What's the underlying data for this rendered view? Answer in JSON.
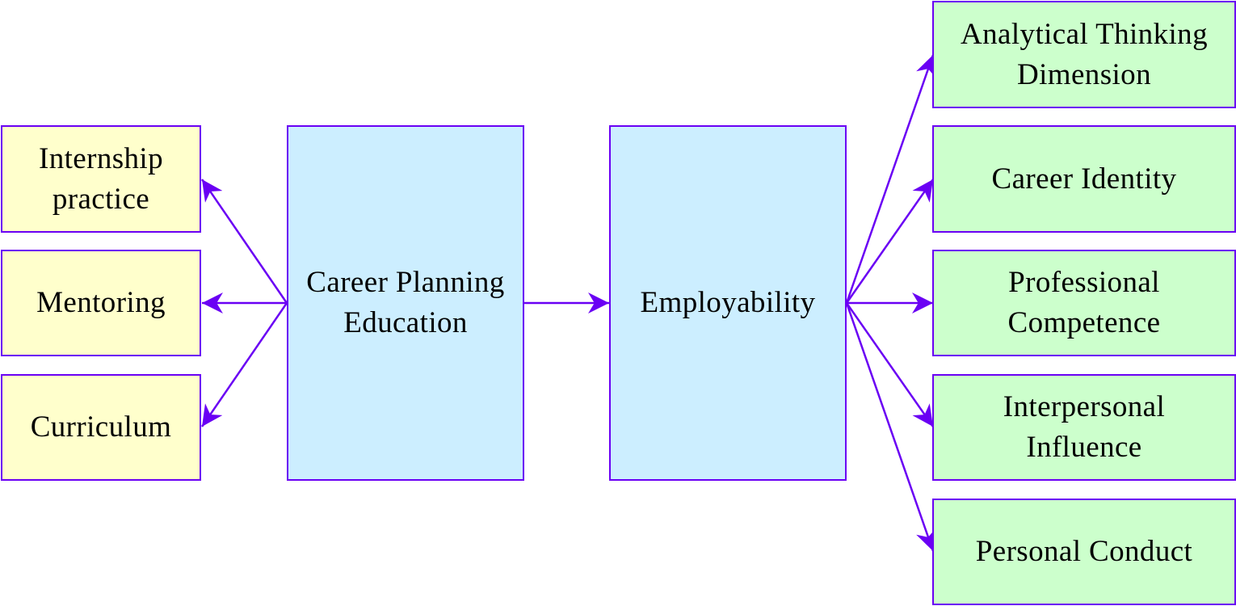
{
  "colors": {
    "stroke": "#6a00f4",
    "left_fill": "#ffffcc",
    "center_fill": "#cceeff",
    "right_fill": "#ccffcc"
  },
  "nodes": {
    "internship": [
      "Internship",
      "practice"
    ],
    "mentoring": [
      "Mentoring"
    ],
    "curriculum": [
      "Curriculum"
    ],
    "career_planning": [
      "Career Planning",
      "Education"
    ],
    "employability": [
      "Employability"
    ],
    "analytical": [
      "Analytical Thinking",
      "Dimension"
    ],
    "career_identity": [
      "Career Identity"
    ],
    "competence": [
      "Professional",
      "Competence"
    ],
    "interpersonal": [
      "Interpersonal",
      "Influence"
    ],
    "conduct": [
      "Personal Conduct"
    ]
  },
  "edges": [
    {
      "from": "career_planning",
      "to": "internship"
    },
    {
      "from": "career_planning",
      "to": "mentoring"
    },
    {
      "from": "career_planning",
      "to": "curriculum"
    },
    {
      "from": "career_planning",
      "to": "employability"
    },
    {
      "from": "employability",
      "to": "analytical"
    },
    {
      "from": "employability",
      "to": "career_identity"
    },
    {
      "from": "employability",
      "to": "competence"
    },
    {
      "from": "employability",
      "to": "interpersonal"
    },
    {
      "from": "employability",
      "to": "conduct"
    }
  ]
}
